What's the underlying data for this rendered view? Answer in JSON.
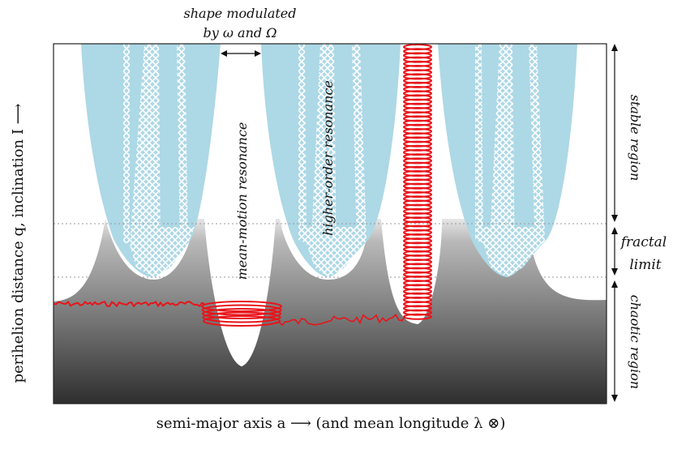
{
  "axes": {
    "x_label": "semi-major axis a ⟶ (and mean longitude λ ⊗)",
    "y_label": "perihelion distance q, inclination I ⟶"
  },
  "annotations": {
    "shape_line1": "shape modulated",
    "shape_line2": "by ω and Ω",
    "mean_motion": "mean-motion resonance",
    "higher_order": "higher-order resonance"
  },
  "regions": {
    "stable": "stable region",
    "fractal_line1": "fractal",
    "fractal_line2": "limit",
    "chaotic": "chaotic region"
  },
  "colors": {
    "stable_fill": "#add8e6",
    "trajectory": "#e8141a",
    "chaotic_dark": "#303030",
    "chaotic_light": "#d4d4d4",
    "guide_line": "#999999"
  }
}
